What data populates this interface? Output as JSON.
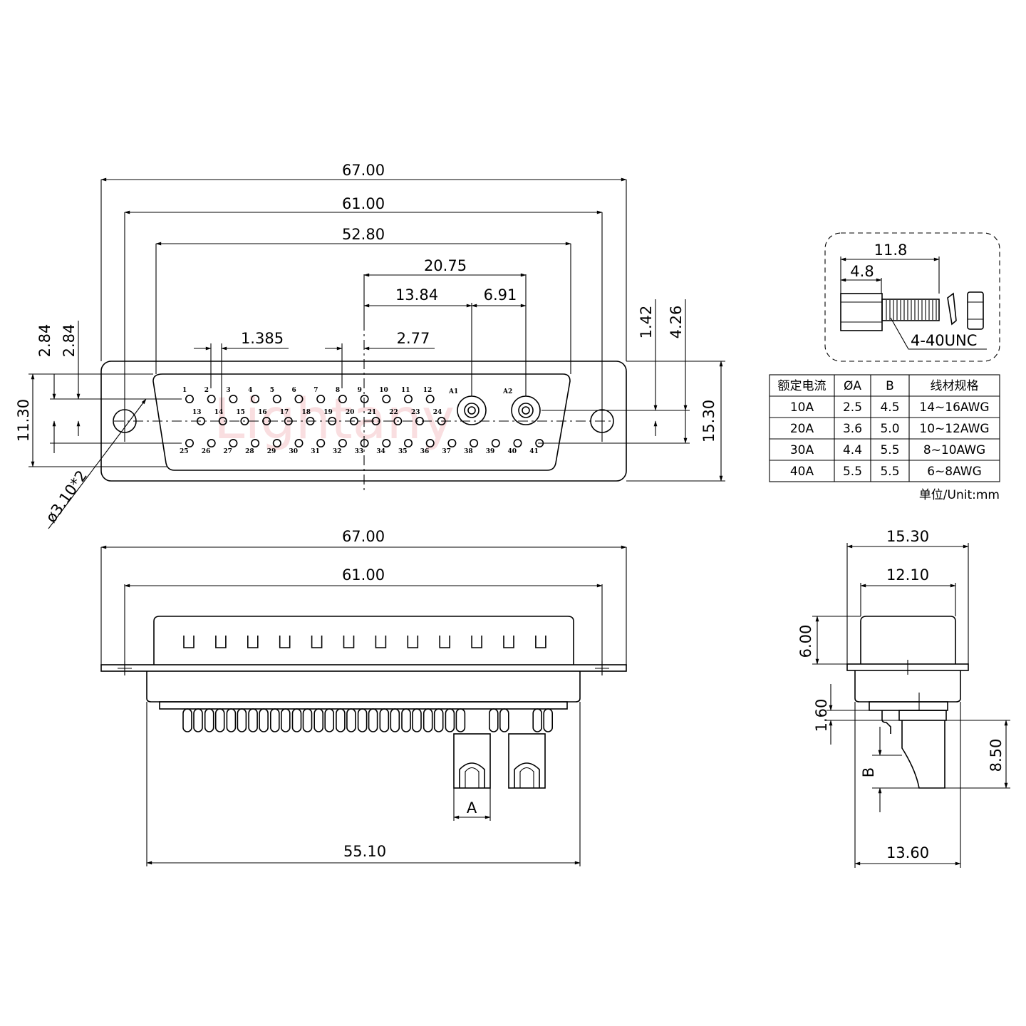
{
  "watermark": "Lightany",
  "front_view": {
    "dims": {
      "overall": "67.00",
      "mount_spacing": "61.00",
      "shell": "52.80",
      "a_offset": "20.75",
      "a1_offset": "13.84",
      "a_pitch": "6.91",
      "pin_pitch": "1.385",
      "row_pitch": "2.77",
      "row_off_1": "2.84",
      "row_off_2": "2.84",
      "height_inner": "11.30",
      "height_outer": "15.30",
      "v_off_1": "1.42",
      "v_off_2": "4.26",
      "hole": "ø3.10*2"
    },
    "row1": [
      "1",
      "2",
      "3",
      "4",
      "5",
      "6",
      "7",
      "8",
      "9",
      "10",
      "11",
      "12"
    ],
    "row2": [
      "13",
      "14",
      "15",
      "16",
      "17",
      "18",
      "19",
      "20",
      "21",
      "22",
      "23",
      "24"
    ],
    "row3": [
      "25",
      "26",
      "27",
      "28",
      "29",
      "30",
      "31",
      "32",
      "33",
      "34",
      "35",
      "36",
      "37",
      "38",
      "39",
      "40",
      "41"
    ],
    "power": [
      "A1",
      "A2"
    ]
  },
  "screw_detail": {
    "length": "11.8",
    "head": "4.8",
    "thread": "4-40UNC"
  },
  "table": {
    "headers": [
      "额定电流",
      "ØA",
      "B",
      "线材规格"
    ],
    "rows": [
      [
        "10A",
        "2.5",
        "4.5",
        "14~16AWG"
      ],
      [
        "20A",
        "3.6",
        "5.0",
        "10~12AWG"
      ],
      [
        "30A",
        "4.4",
        "5.5",
        "8~10AWG"
      ],
      [
        "40A",
        "5.5",
        "5.5",
        "6~8AWG"
      ]
    ],
    "unit": "单位/Unit:mm"
  },
  "top_view": {
    "overall": "67.00",
    "mount_spacing": "61.00",
    "body": "55.10",
    "a_label": "A"
  },
  "side_view": {
    "width": "15.30",
    "shell": "12.10",
    "height": "6.00",
    "flange": "1.60",
    "tail": "8.50",
    "b_label": "B",
    "base": "13.60"
  }
}
